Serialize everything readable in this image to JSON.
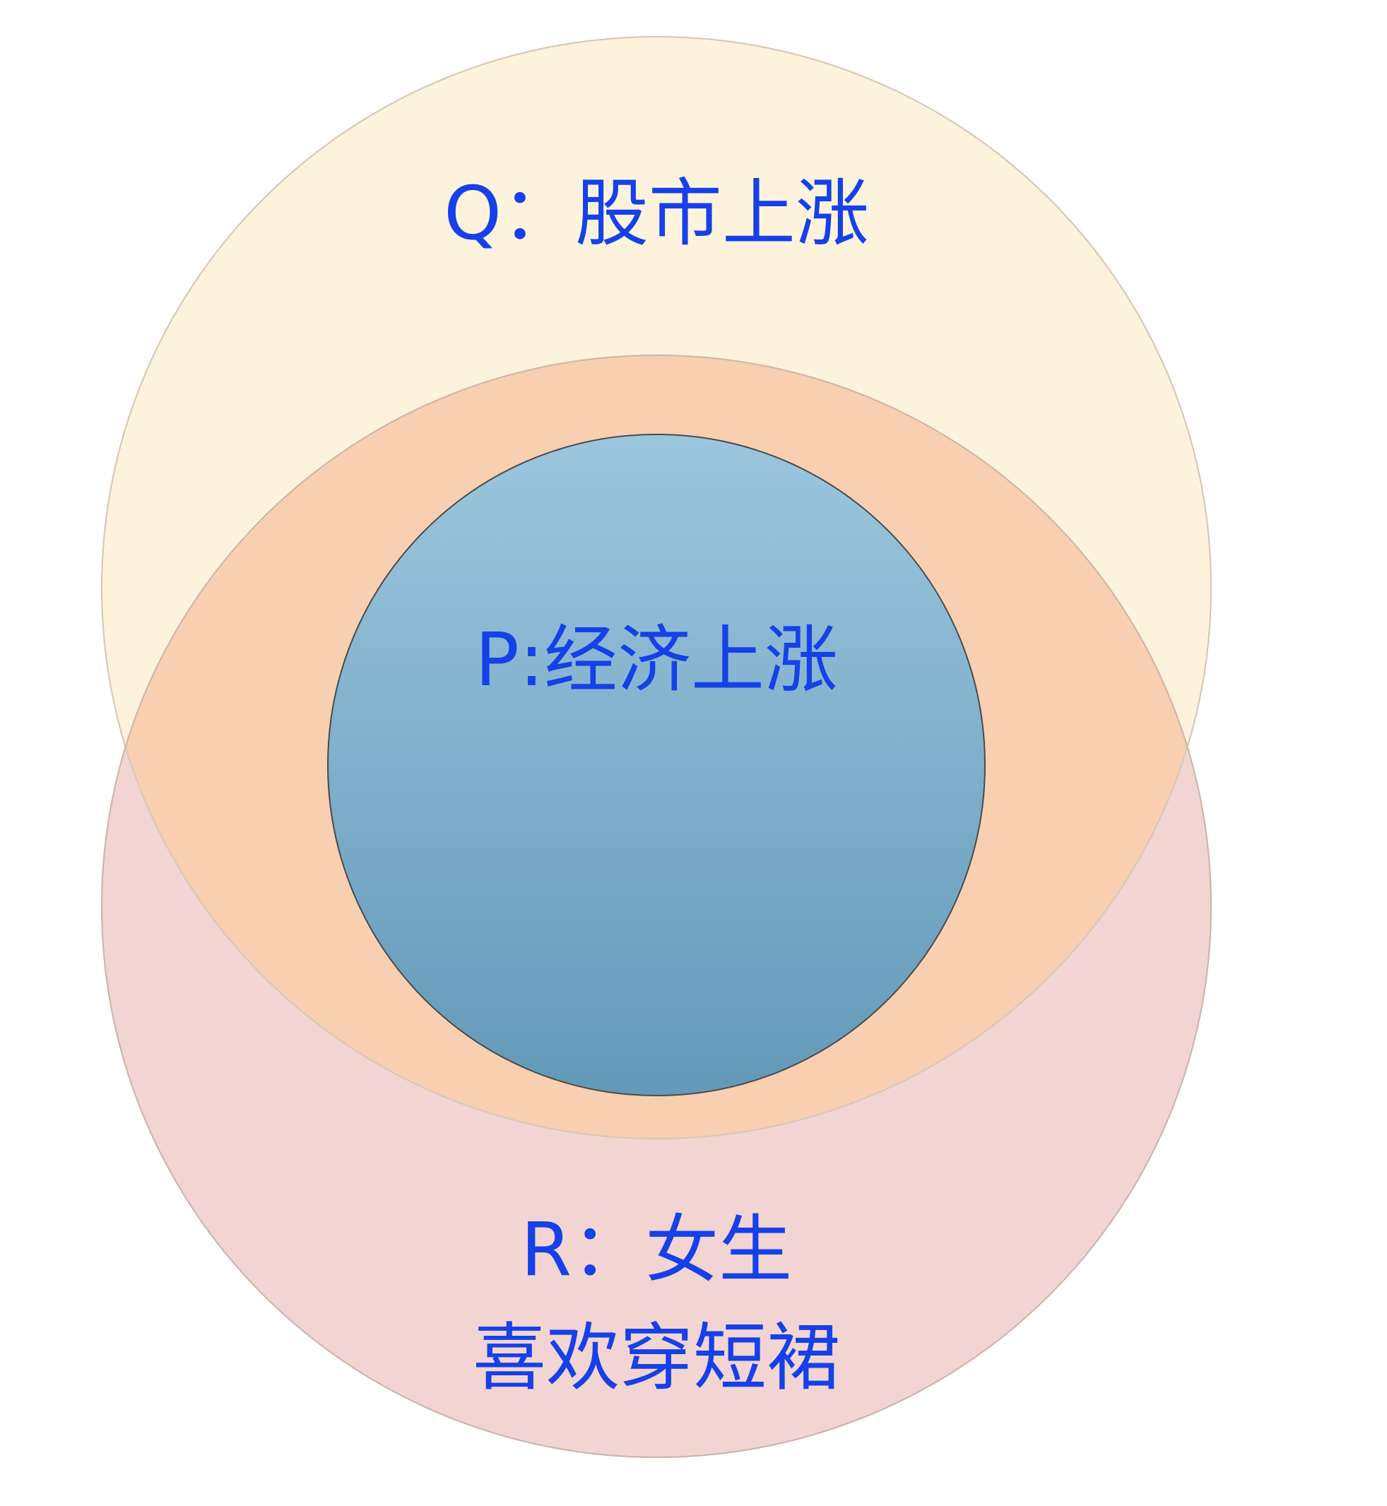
{
  "diagram": {
    "sets": [
      {
        "id": "Q",
        "label": "Q：股市上涨",
        "fill": "#fdf3dc"
      },
      {
        "id": "R",
        "label_lines": [
          "R：女生",
          "喜欢穿短裙"
        ],
        "fill": "#f2d5d2"
      },
      {
        "id": "P",
        "label": "P:经济上涨",
        "fill_top": "#9cc6de",
        "fill_bottom": "#6399b8"
      }
    ],
    "overlap_fill": "#f8cfb0",
    "label_color": "#1640e8",
    "outline_color": "#c9c2ba"
  }
}
